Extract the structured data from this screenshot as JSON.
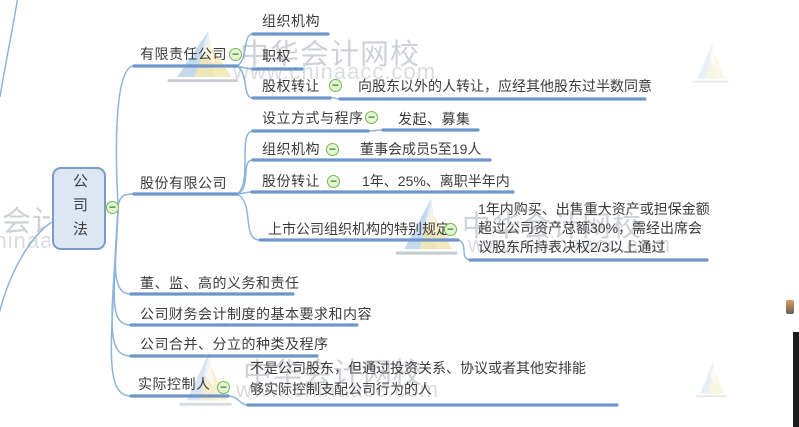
{
  "app": {
    "type": "mindmap-viewer"
  },
  "icons": {
    "collapse": "−"
  },
  "colors": {
    "underline": "#6e96ca",
    "connector": "#8fb4dc",
    "root_fill": "#dde6f3",
    "root_border": "#7b9cc9",
    "node_text": "#3b3b3b",
    "collapse_fill": "#e4f5d2",
    "collapse_border": "#74b84e",
    "watermark_text": "#c3c6cc",
    "black_bar": "#1c1c1c"
  },
  "watermark": {
    "brand": "中华会计网校",
    "url": "www.chinaacc.com"
  },
  "mindmap": {
    "root": {
      "label": "公司法"
    },
    "branches": [
      {
        "label": "有限责任公司",
        "children": [
          {
            "label": "组织机构"
          },
          {
            "label": "职权"
          },
          {
            "label": "股权转让",
            "children": [
              {
                "label": "向股东以外的人转让，应经其他股东过半数同意"
              }
            ]
          }
        ]
      },
      {
        "label": "股份有限公司",
        "children": [
          {
            "label": "设立方式与程序",
            "children": [
              {
                "label": "发起、募集"
              }
            ]
          },
          {
            "label": "组织机构",
            "children": [
              {
                "label": "董事会成员5至19人"
              }
            ]
          },
          {
            "label": "股份转让",
            "children": [
              {
                "label": "1年、25%、离职半年内"
              }
            ]
          },
          {
            "label": "上市公司组织机构的特别规定",
            "children": [
              {
                "label": "1年内购买、出售重大资产或担保金额超过公司资产总额30%，需经出席会议股东所持表决权2/3以上通过"
              }
            ]
          }
        ]
      },
      {
        "label": "董、监、高的义务和责任"
      },
      {
        "label": "公司财务会计制度的基本要求和内容"
      },
      {
        "label": "公司合并、分立的种类及程序"
      },
      {
        "label": "实际控制人",
        "children": [
          {
            "label": "不是公司股东，但通过投资关系、协议或者其他安排能够实际控制支配公司行为的人"
          }
        ]
      }
    ]
  }
}
